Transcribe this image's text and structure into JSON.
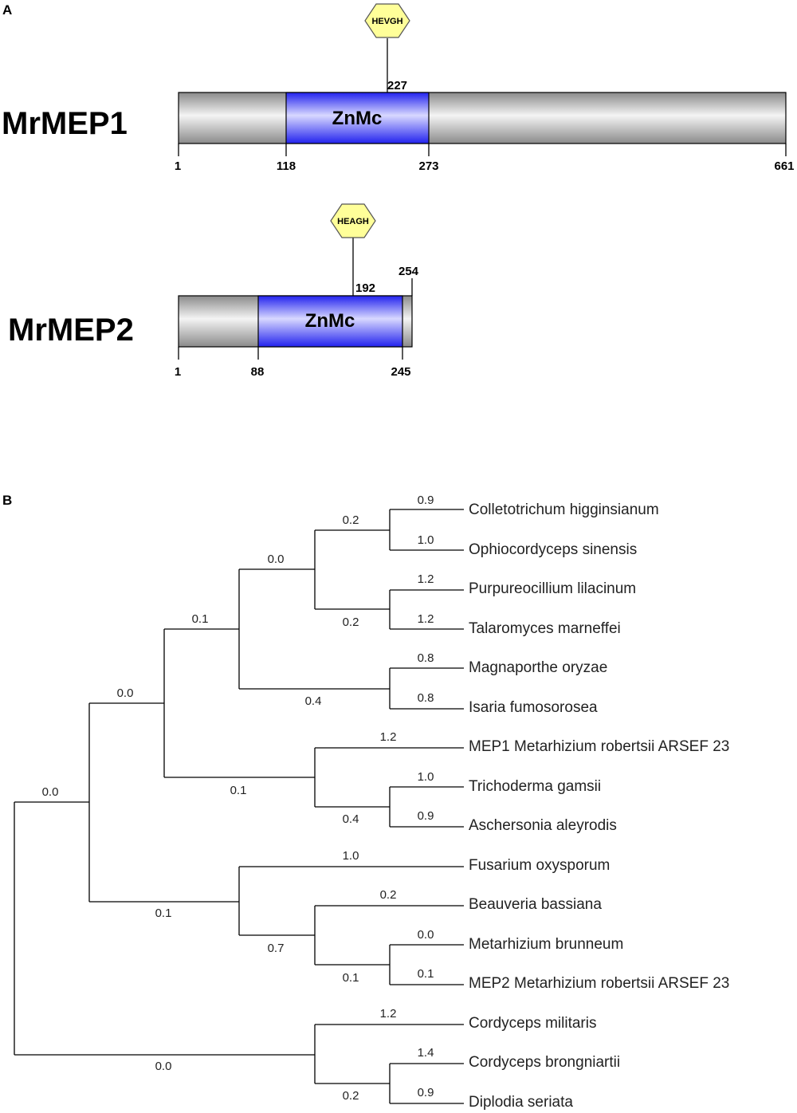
{
  "panels": {
    "a_label": "A",
    "b_label": "B"
  },
  "proteins": [
    {
      "name": "MrMEP1",
      "domain_label": "ZnMc",
      "motif": "HEVGH",
      "motif_position": "227",
      "start": "1",
      "domain_start": "118",
      "domain_end": "273",
      "length": "661"
    },
    {
      "name": "MrMEP2",
      "domain_label": "ZnMc",
      "motif": "HEAGH",
      "motif_position": "192",
      "start": "1",
      "domain_start": "88",
      "domain_end": "245",
      "length": "254"
    }
  ],
  "colors": {
    "domain": "#2222ee",
    "backbone": "#aaaaaa",
    "motif_fill": "#ffff99",
    "motif_stroke": "#555555"
  },
  "tree": {
    "taxa": [
      "Colletotrichum higginsianum",
      "Ophiocordyceps sinensis",
      "Purpureocillium lilacinum",
      "Talaromyces marneffei",
      "Magnaporthe oryzae",
      "Isaria fumosorosea",
      "MEP1 Metarhizium robertsii ARSEF 23",
      "Trichoderma gamsii",
      "Aschersonia aleyrodis",
      "Fusarium oxysporum",
      "Beauveria bassiana",
      "Metarhizium brunneum",
      "MEP2 Metarhizium robertsii ARSEF 23",
      "Cordyceps militaris",
      "Cordyceps brongniartii",
      "Diplodia seriata"
    ],
    "leaf_branch_lengths": [
      "0.9",
      "1.0",
      "1.2",
      "1.2",
      "0.8",
      "0.8",
      "1.2",
      "1.0",
      "0.9",
      "1.0",
      "0.2",
      "0.0",
      "0.1",
      "1.2",
      "1.4",
      "0.9"
    ],
    "internal_branch_lengths": {
      "root_top": "0.0",
      "root_bottom": "0.0",
      "n1_top": "0.0",
      "n1_bottom": "0.1",
      "n2_top": "0.1",
      "n2_bottom": "0.1",
      "n3_top": "0.0",
      "n3_bottom": "0.4",
      "n4_top": "0.2",
      "n4_bottom": "0.2",
      "n5_bottom": "0.4",
      "n6_bottom": "0.7",
      "n7_bottom": "0.1",
      "n8_bottom": "0.2"
    }
  }
}
